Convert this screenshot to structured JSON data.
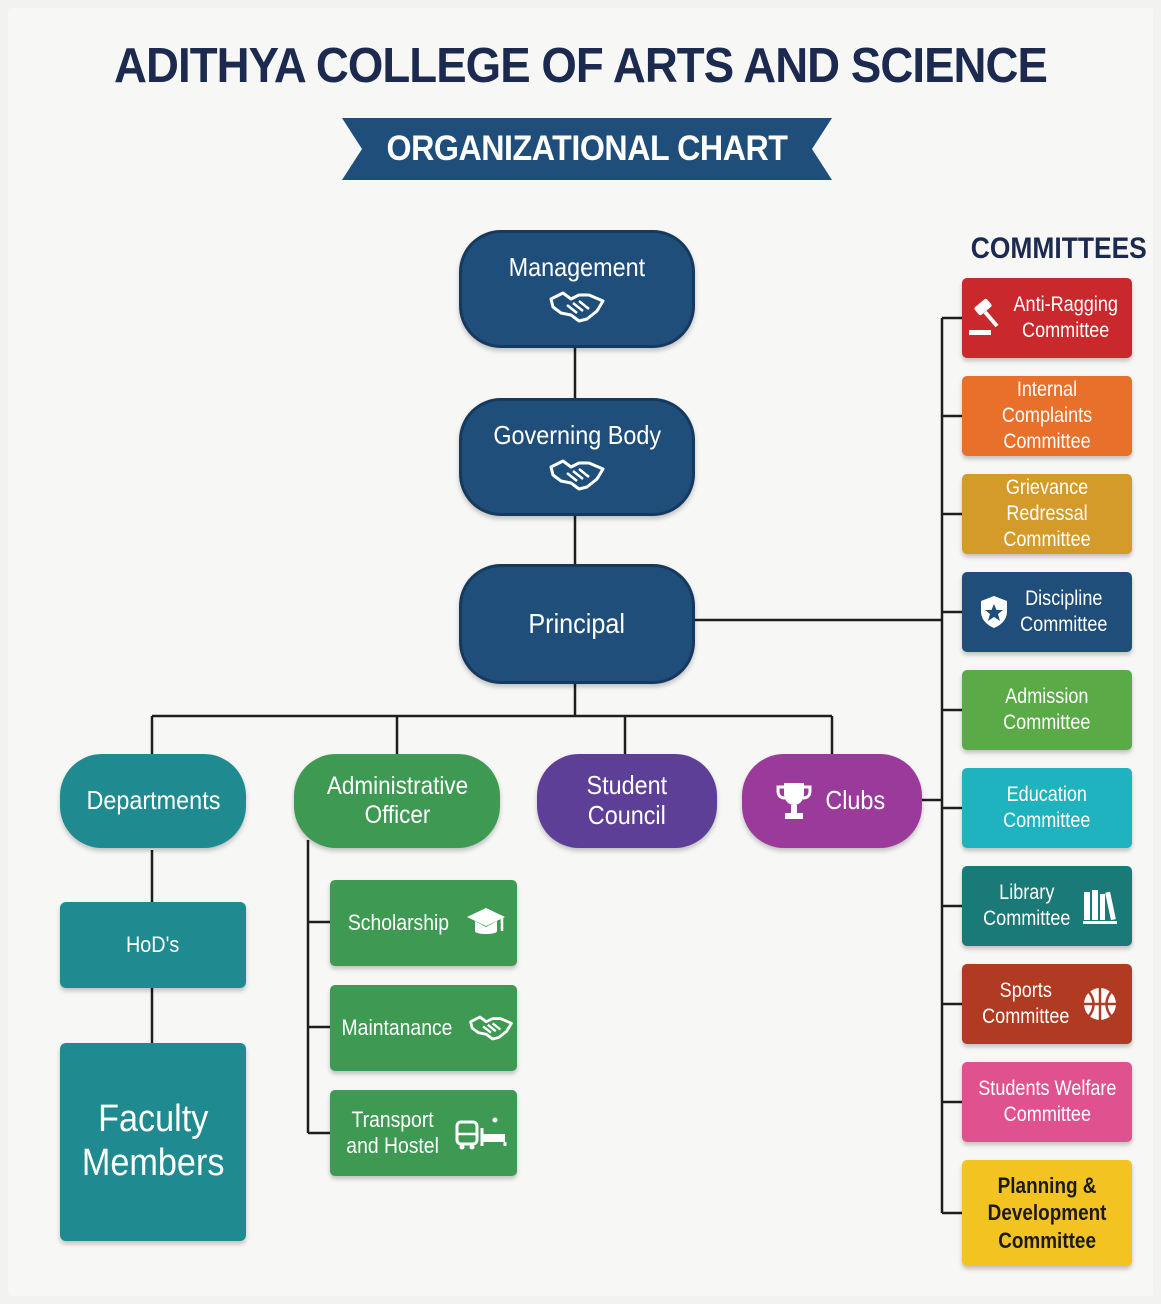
{
  "title": "ADITHYA COLLEGE OF ARTS AND SCIENCE",
  "subtitle": "ORGANIZATIONAL CHART",
  "colors": {
    "navy": "#1f4e7b",
    "teal": "#1f8a90",
    "green": "#3e9a53",
    "purple": "#5d3f98",
    "magenta": "#9a3a9a",
    "title": "#1b2a4e"
  },
  "hierarchy": {
    "management": {
      "label": "Management",
      "icon": "handshake-icon"
    },
    "governing_body": {
      "label": "Governing Body",
      "icon": "handshake-icon"
    },
    "principal": {
      "label": "Principal"
    }
  },
  "branches": {
    "departments": {
      "label": "Departments",
      "hods": "HoD's",
      "faculty": "Faculty\nMembers"
    },
    "administrative_officer": {
      "label": "Administrative\nOfficer",
      "sub_units": [
        {
          "label": "Scholarship",
          "icon": "graduation-cap-icon"
        },
        {
          "label": "Maintanance",
          "icon": "handshake-icon"
        },
        {
          "label": "Transport\nand Hostel",
          "icon": "bus-bed-icon"
        }
      ]
    },
    "student_council": {
      "label": "Student\nCouncil"
    },
    "clubs": {
      "label": "Clubs",
      "icon": "trophy-icon"
    }
  },
  "committees": {
    "heading": "COMMITTEES",
    "items": [
      {
        "label": "Anti-Ragging\nCommittee",
        "color": "#c9282d",
        "icon": "gavel-icon"
      },
      {
        "label": "Internal Complaints\nCommittee",
        "color": "#e8702a",
        "icon": ""
      },
      {
        "label": "Grievance Redressal\nCommittee",
        "color": "#d49a2a",
        "icon": ""
      },
      {
        "label": "Discipline\nCommittee",
        "color": "#1f4e7b",
        "icon": "badge-icon"
      },
      {
        "label": "Admission\nCommittee",
        "color": "#5aaa48",
        "icon": ""
      },
      {
        "label": "Education\nCommittee",
        "color": "#1fb2bf",
        "icon": ""
      },
      {
        "label": "Library\nCommittee",
        "color": "#197a77",
        "icon": "books-icon"
      },
      {
        "label": "Sports\nCommittee",
        "color": "#b03a22",
        "icon": "basketball-icon"
      },
      {
        "label": "Students Welfare\nCommittee",
        "color": "#e0528f",
        "icon": ""
      },
      {
        "label": "Planning &\nDevelopment\nCommittee",
        "color": "#f2c321",
        "icon": ""
      }
    ]
  }
}
